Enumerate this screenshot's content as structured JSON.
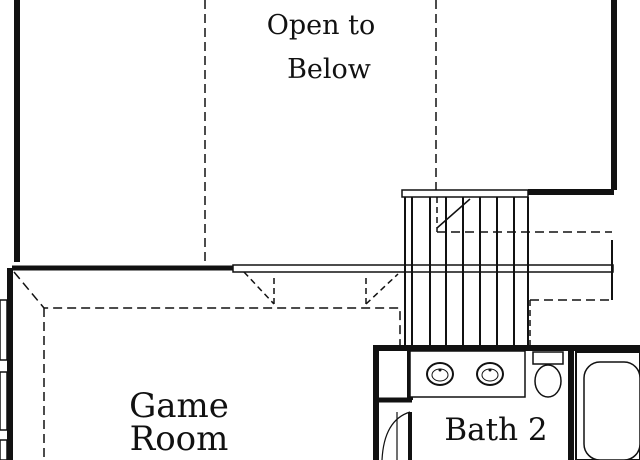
{
  "rooms": {
    "open_to_below": {
      "line1": "Open to",
      "line2": "Below"
    },
    "game_room": {
      "line1": "Game",
      "line2": "Room"
    },
    "bath_2": {
      "label": "Bath 2"
    }
  }
}
